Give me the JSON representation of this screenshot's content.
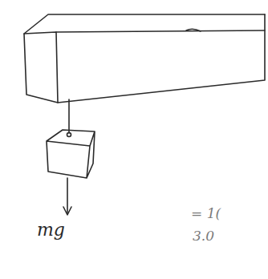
{
  "diagram": {
    "labels": [
      "mg",
      "= 1(",
      "3.0"
    ]
  }
}
